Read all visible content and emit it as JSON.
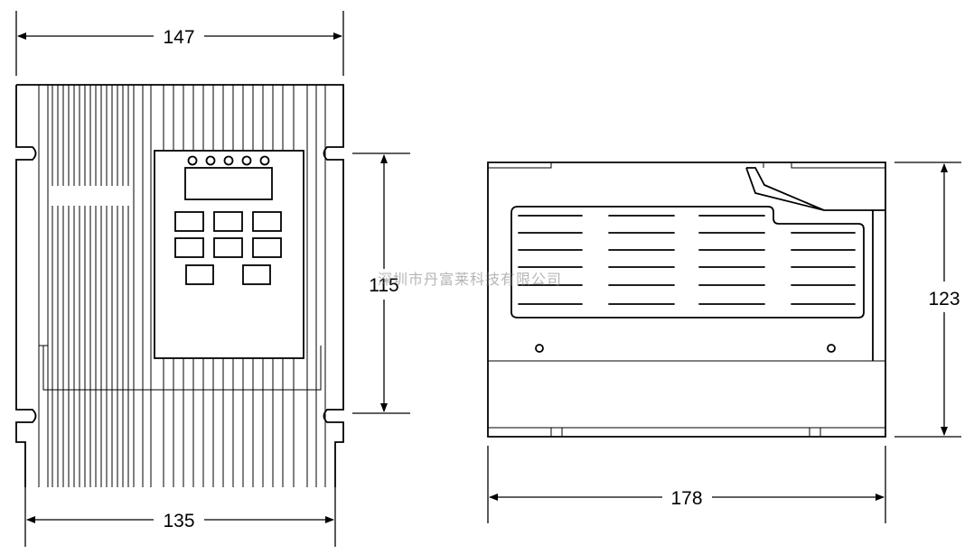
{
  "dimensions": {
    "front_width_top": "147",
    "front_width_bottom": "135",
    "front_height": "115",
    "side_height": "123",
    "side_length": "178"
  },
  "watermark": {
    "text": "深圳市丹富莱科技有限公司"
  },
  "colors": {
    "line": "#000000",
    "background": "#ffffff",
    "watermark": "#808080"
  },
  "icons": {
    "arrow": "arrowhead"
  }
}
